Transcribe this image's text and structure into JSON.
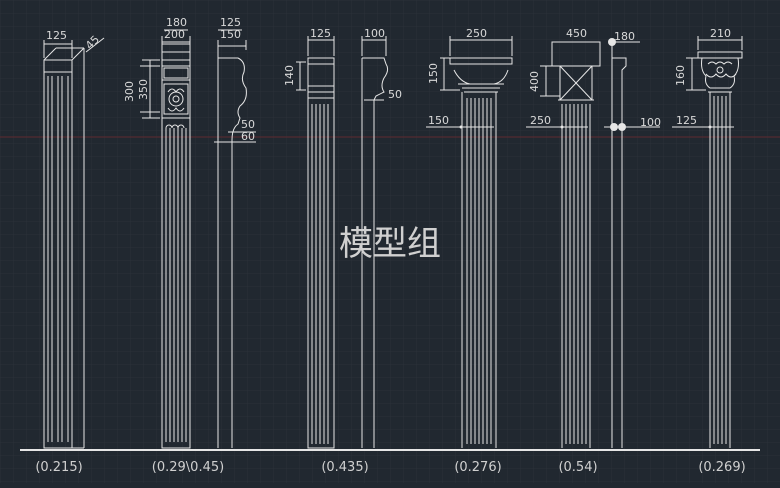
{
  "watermark": "模型组",
  "dimensions": {
    "c1": {
      "w": "125",
      "d": "45"
    },
    "c2": {
      "w1": "180",
      "w2": "200",
      "h1": "300",
      "h2": "350"
    },
    "c3": {
      "w1": "125",
      "w2": "150",
      "v1": "50",
      "v2": "60"
    },
    "c4": {
      "w": "125",
      "h": "140"
    },
    "c5": {
      "w": "100",
      "v": "50"
    },
    "c6": {
      "w": "250",
      "h": "150",
      "s": "150"
    },
    "c7": {
      "w": "450",
      "h": "400",
      "s": "250"
    },
    "c8": {
      "w": "180",
      "s": "100"
    },
    "c9": {
      "w": "210",
      "h": "160",
      "s": "125"
    }
  },
  "scales": [
    "(0.215)",
    "(0.29\\0.45)",
    "(0.435)",
    "(0.276)",
    "(0.54)",
    "(0.269)"
  ],
  "colors": {
    "background": "#212830",
    "line": "#e6e6e6",
    "grid": "#2b323b",
    "axis_red": "#6a2a30"
  }
}
